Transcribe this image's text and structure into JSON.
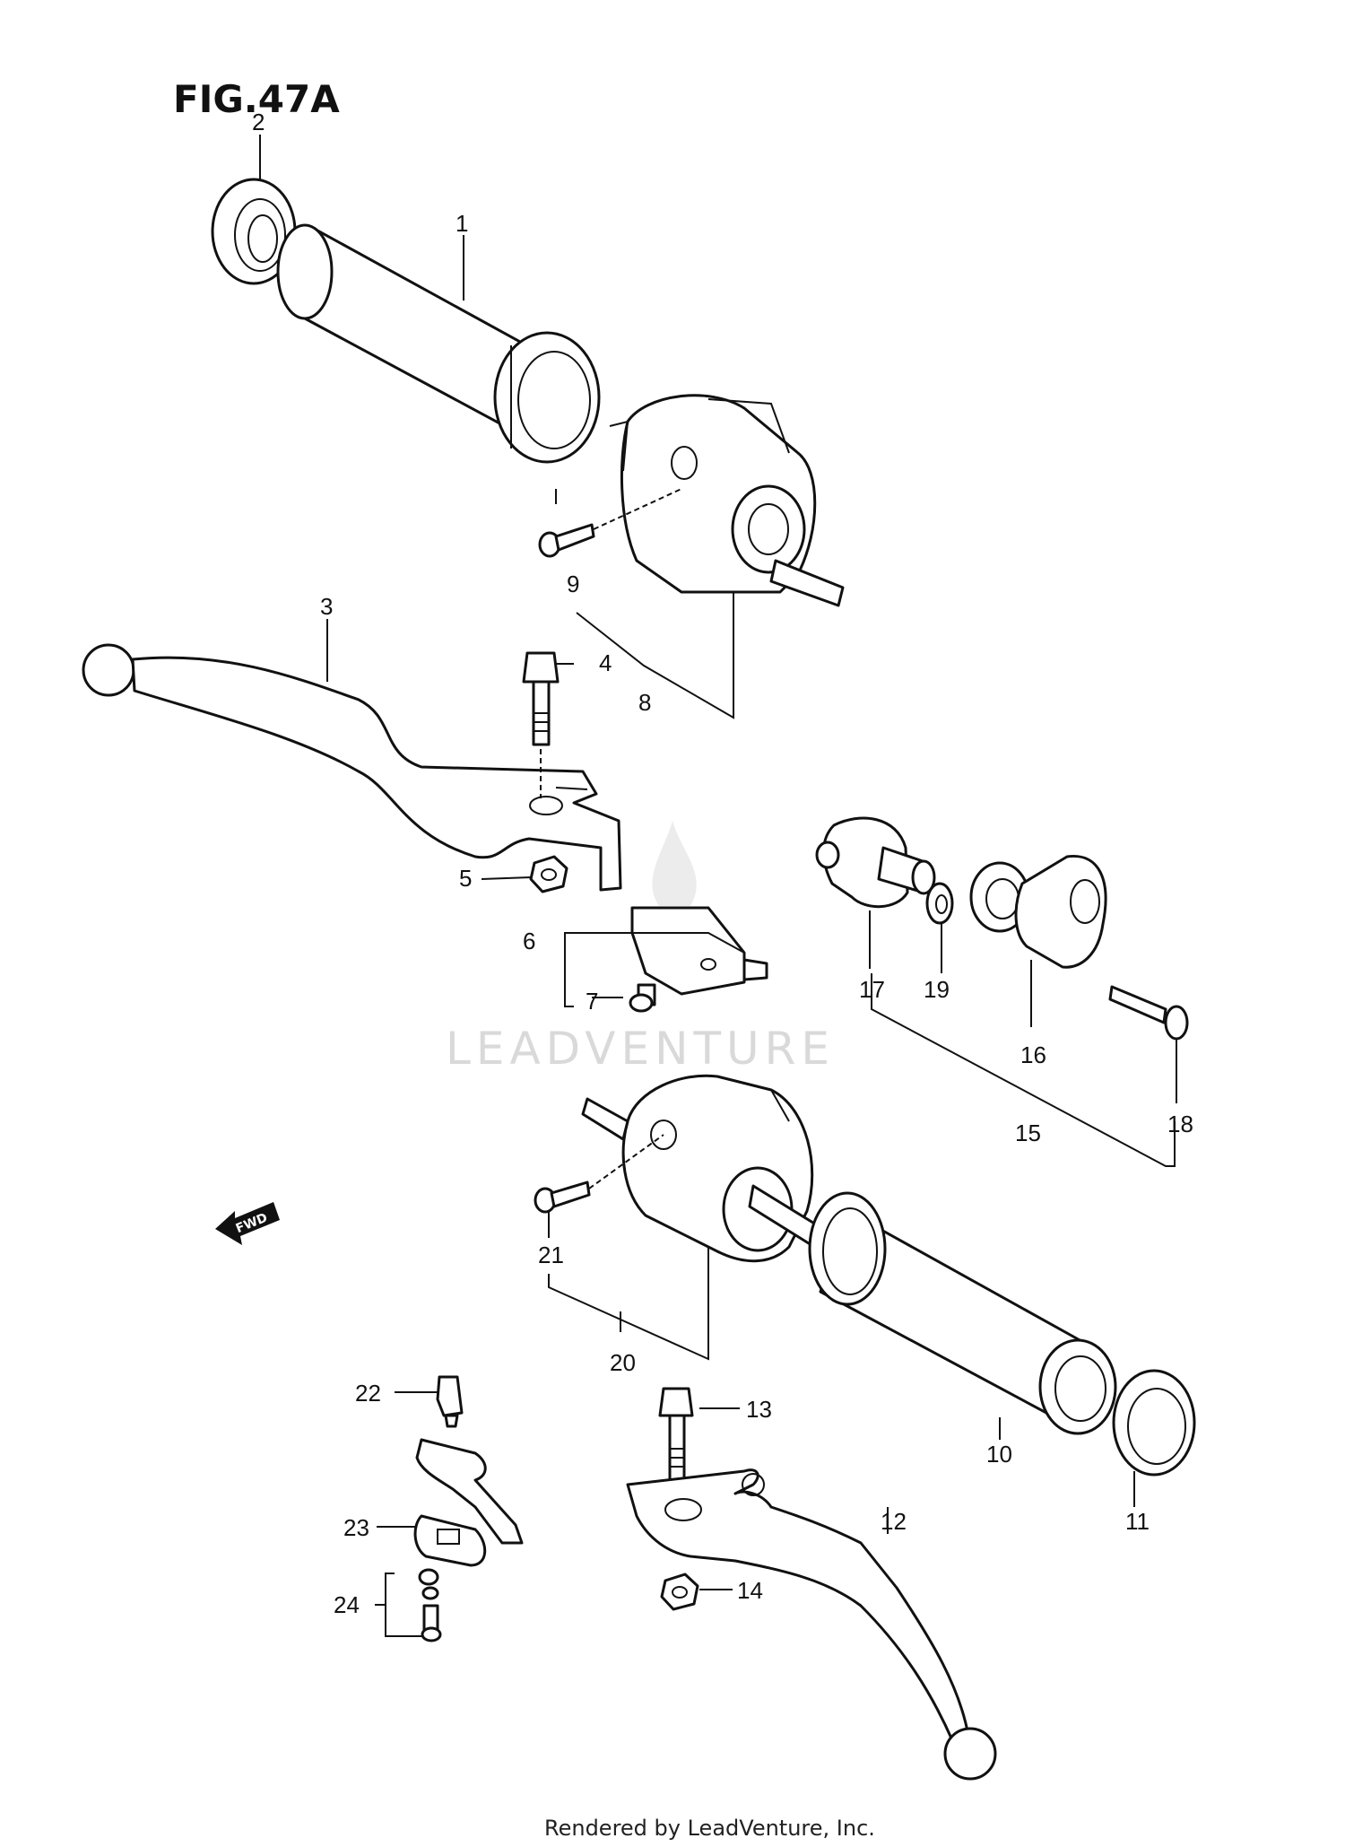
{
  "figure_title": "FIG.47A",
  "watermark": "LEADVENTURE",
  "fwd_label": "FWD",
  "footer": "Rendered by LeadVenture, Inc.",
  "callouts": {
    "c1": "1",
    "c2": "2",
    "c3": "3",
    "c4": "4",
    "c5": "5",
    "c6": "6",
    "c7": "7",
    "c8": "8",
    "c9": "9",
    "c10": "10",
    "c11": "11",
    "c12": "12",
    "c13": "13",
    "c14": "14",
    "c15": "15",
    "c16": "16",
    "c17": "17",
    "c18": "18",
    "c19": "19",
    "c20": "20",
    "c21": "21",
    "c22": "22",
    "c23": "23",
    "c24": "24"
  }
}
